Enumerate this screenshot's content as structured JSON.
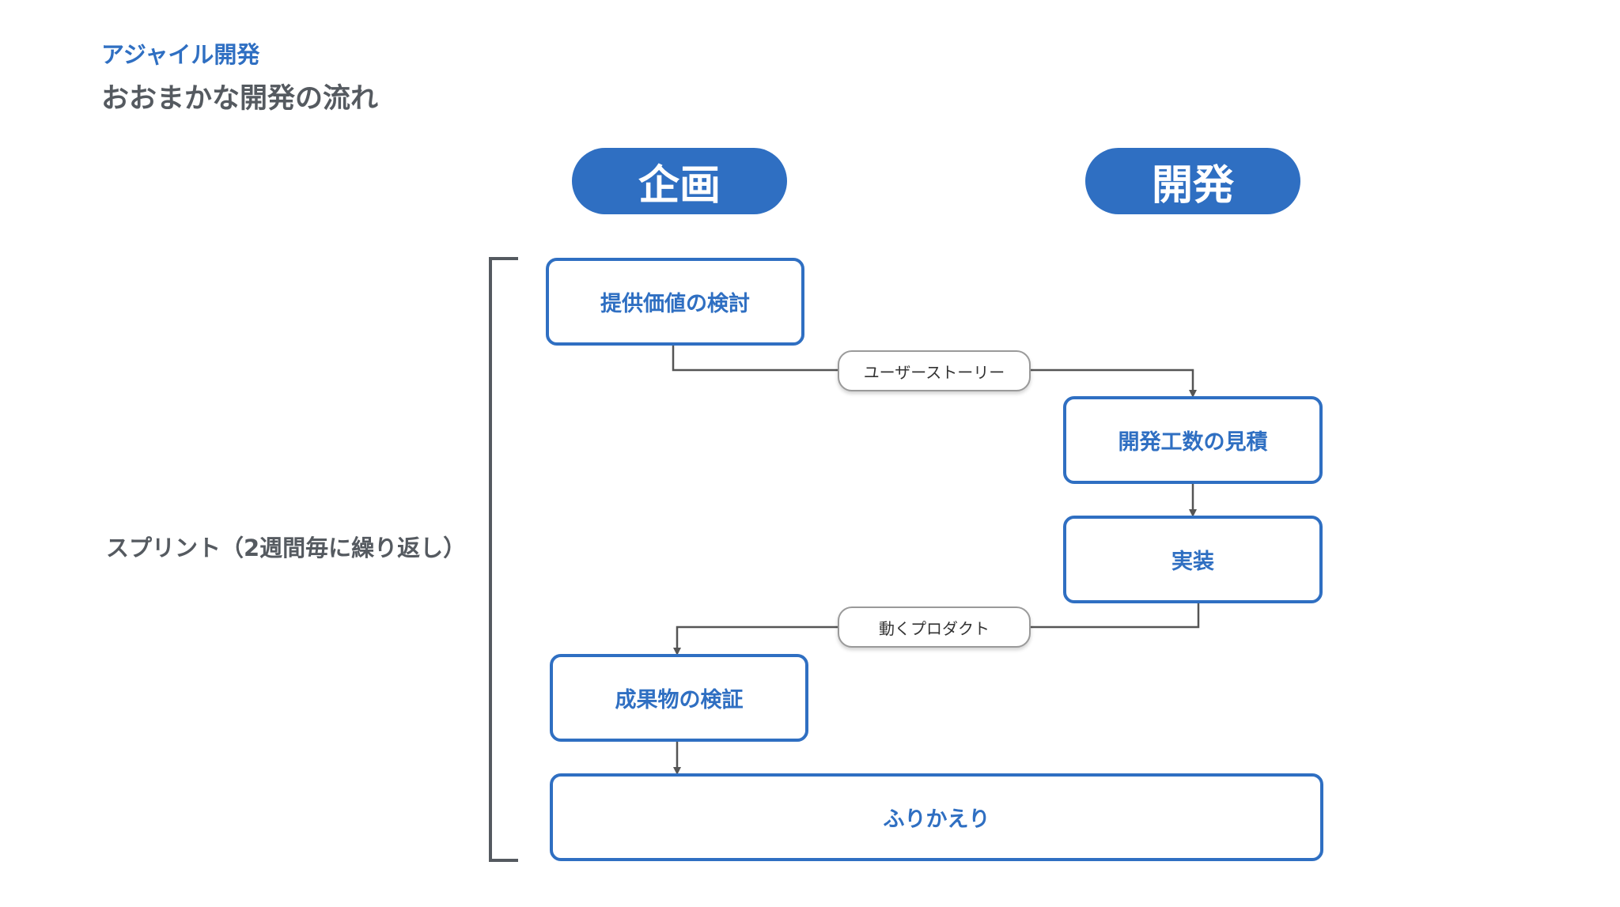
{
  "header": {
    "subtitle": "アジャイル開発",
    "title": "おおまかな開発の流れ"
  },
  "columns": {
    "planning": "企画",
    "development": "開発"
  },
  "steps": {
    "value_review": "提供価値の検討",
    "effort_estimate": "開発工数の見積",
    "implementation": "実装",
    "deliverable_review": "成果物の検証",
    "retrospective": "ふりかえり"
  },
  "artifacts": {
    "user_story": "ユーザーストーリー",
    "working_product": "動くプロダクト"
  },
  "sprint_label": "スプリント（2週間毎に繰り返し）",
  "colors": {
    "accent": "#2f6fc2",
    "heading_gray": "#555a60",
    "connector": "#555555"
  }
}
